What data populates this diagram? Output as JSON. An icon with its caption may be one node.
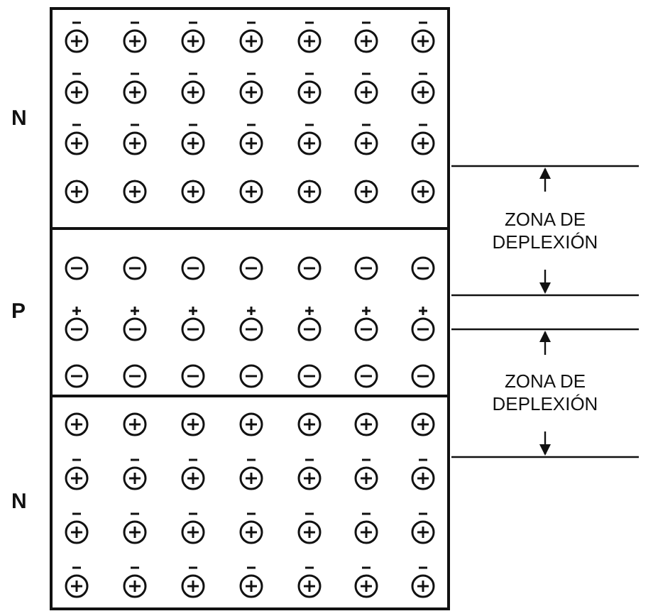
{
  "diagram": {
    "nodes": [
      {
        "text": [],
        "shape": "box",
        "beside": [
          "N"
        ]
      },
      {
        "text": [],
        "shape": "box",
        "beside": [
          "P"
        ]
      },
      {
        "text": [],
        "shape": "box",
        "beside": [
          "N"
        ]
      }
    ],
    "labels": [
      "ZONA DE DEPLEXIÓN",
      "ZONA DE DEPLEXIÓN"
    ]
  }
}
